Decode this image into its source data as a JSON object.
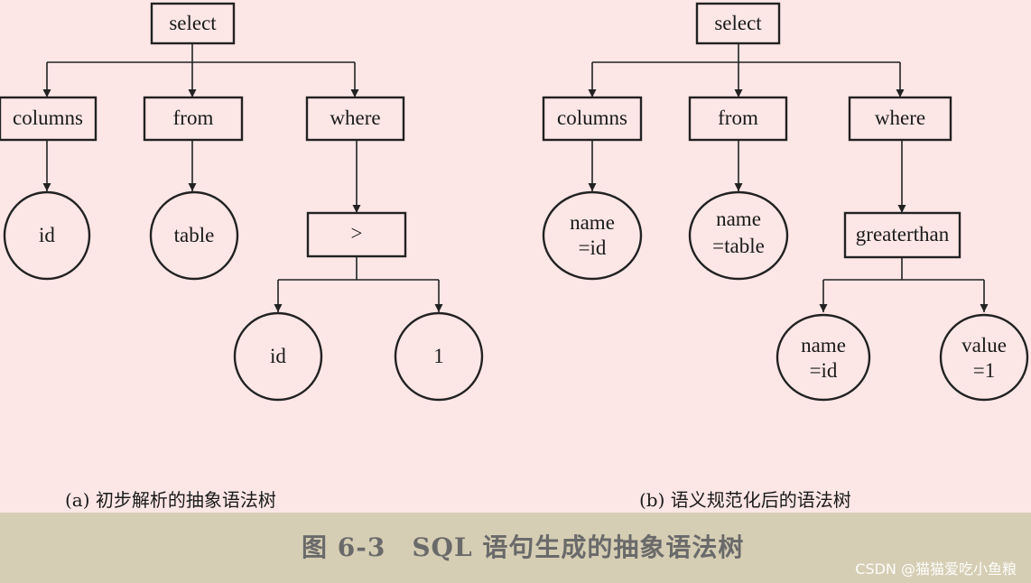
{
  "tree_a": {
    "root": "select",
    "columns": "columns",
    "from": "from",
    "where": "where",
    "col_leaf": "id",
    "from_leaf": "table",
    "op": ">",
    "op_left": "id",
    "op_right": "1",
    "caption": "(a) 初步解析的抽象语法树"
  },
  "tree_b": {
    "root": "select",
    "columns": "columns",
    "from": "from",
    "where": "where",
    "col_leaf": [
      "name",
      "=id"
    ],
    "from_leaf": [
      "name",
      "=table"
    ],
    "op": "greaterthan",
    "op_left": [
      "name",
      "=id"
    ],
    "op_right": [
      "value",
      "=1"
    ],
    "caption": "(b) 语义规范化后的语法树"
  },
  "figure_title": "图 6-3　SQL 语句生成的抽象语法树",
  "watermark": "CSDN @猫猫爱吃小鱼粮"
}
